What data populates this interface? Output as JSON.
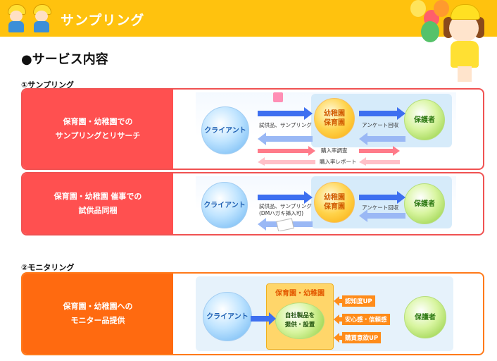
{
  "header": {
    "title": "サンプリング"
  },
  "section": {
    "title": "●サービス内容"
  },
  "sampling": {
    "label": "①サンプリング",
    "row1": {
      "label": "保育園・幼稚園での\nサンプリングとリサーチ",
      "client": "クライアント",
      "school": "幼稚園\n保育園",
      "parent": "保護者",
      "send": "試供品、サンプリング",
      "survey": "アンケート回収",
      "rate": "購入率調査",
      "report": "購入率レポート"
    },
    "row2": {
      "label": "保育園・幼稚園 催事での\n試供品同梱",
      "client": "クライアント",
      "school": "幼稚園\n保育園",
      "parent": "保護者",
      "send": "試供品、サンプリング\n(DMハガキ挿入可)",
      "survey": "アンケート回収"
    }
  },
  "monitoring": {
    "label": "②モニタリング",
    "row": {
      "label": "保育園・幼稚園への\nモニター品提供",
      "client": "クライアント",
      "school_box": "保育園・幼稚園",
      "inner": "自社製品を\n提供・設置",
      "parent": "保護者",
      "tags": [
        "認知度UP",
        "安心感・信頼感",
        "購買意欲UP"
      ]
    }
  },
  "colors": {
    "header": "#ffc20e",
    "red": "#ff5050",
    "orange": "#ff6a10"
  }
}
